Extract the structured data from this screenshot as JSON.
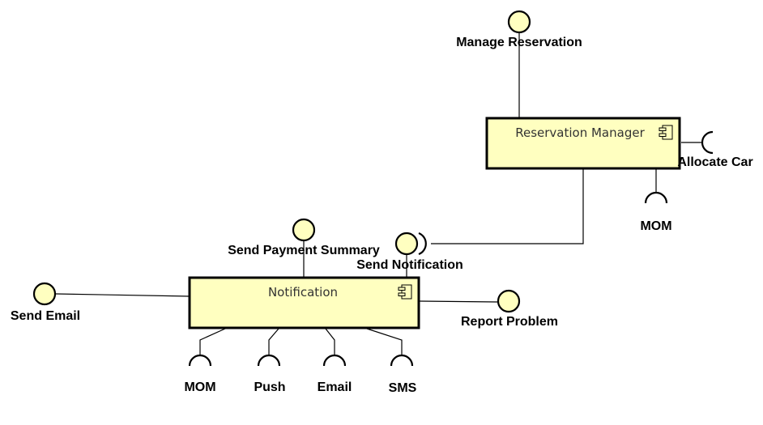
{
  "components": {
    "reservation_manager": {
      "name": "Reservation Manager"
    },
    "notification": {
      "name": "Notification"
    }
  },
  "provided_interfaces": {
    "manage_reservation": "Manage Reservation",
    "send_payment_summary": "Send Payment Summary",
    "send_notification": "Send Notification",
    "send_email": "Send Email",
    "report_problem": "Report Problem"
  },
  "required_interfaces": {
    "allocate_car": "Allocate Car",
    "mom_reservation": "MOM",
    "mom_notification": "MOM",
    "push": "Push",
    "email": "Email",
    "sms": "SMS"
  },
  "colors": {
    "component_fill": "#ffffc0",
    "stroke": "#000000"
  },
  "icons": {
    "component": "component-icon"
  }
}
